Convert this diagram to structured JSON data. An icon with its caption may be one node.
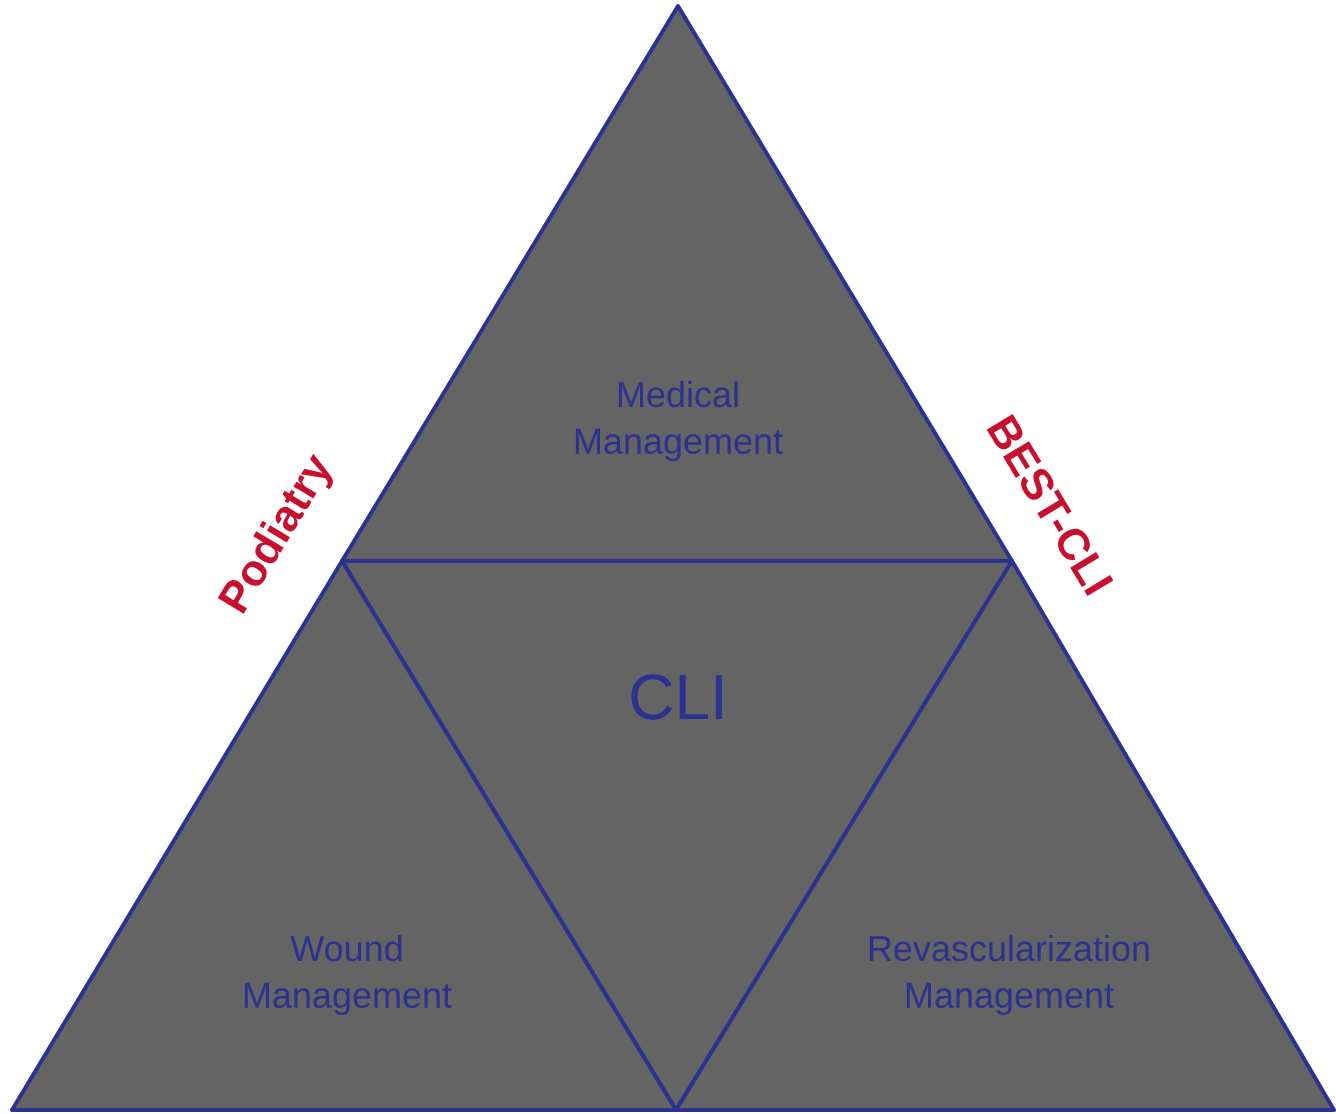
{
  "diagram": {
    "nodes": [
      {
        "text": [
          "Medical Management"
        ]
      },
      {
        "text": [
          "CLI"
        ]
      },
      {
        "text": [
          "Wound Management"
        ]
      },
      {
        "text": [
          "Revascularization Management"
        ]
      }
    ],
    "labels": [
      "Podiatry",
      "BEST-CLI"
    ]
  }
}
